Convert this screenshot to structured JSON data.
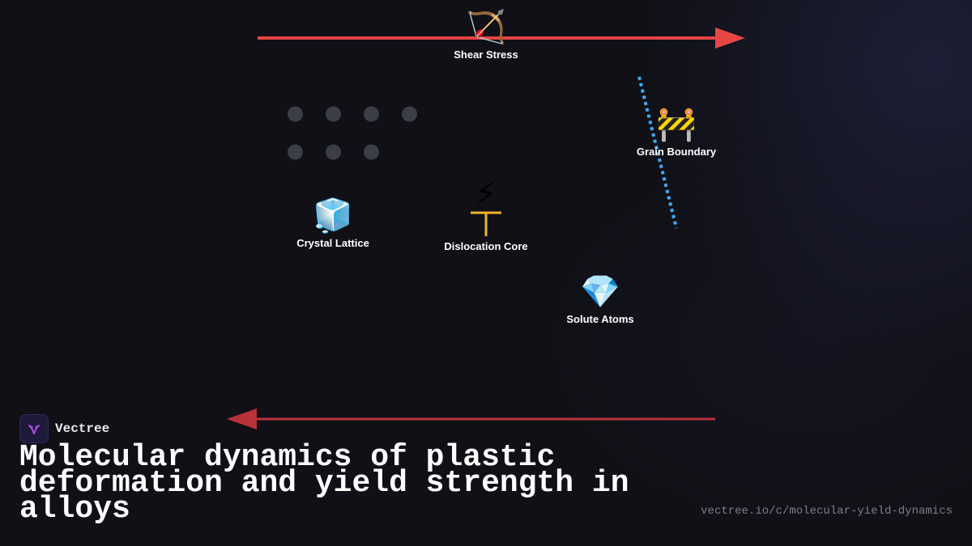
{
  "diagram": {
    "arrows": {
      "top_color": "#e84545",
      "bottom_color": "#b8323a"
    },
    "boundary_color": "#3fa9f5",
    "lattice_dot_color": "#3b3e47",
    "dislocation_color": "#f0b429",
    "nodes": {
      "shear_stress": {
        "emoji": "🏹",
        "icon": "bow-and-arrow-icon",
        "label": "Shear Stress"
      },
      "grain_boundary": {
        "emoji": "🚧",
        "icon": "barrier-icon",
        "label": "Grain Boundary"
      },
      "crystal_lattice": {
        "emoji": "🧊",
        "icon": "ice-cube-icon",
        "label": "Crystal Lattice"
      },
      "dislocation_core": {
        "emoji": "⚡",
        "icon": "lightning-icon",
        "label": "Dislocation Core"
      },
      "solute_atoms": {
        "emoji": "💎",
        "icon": "gem-icon",
        "label": "Solute Atoms"
      }
    }
  },
  "brand": {
    "name": "Vectree",
    "logo_color": "#b04fe0"
  },
  "title": "Molecular dynamics of plastic deformation and yield strength in alloys",
  "url": "vectree.io/c/molecular-yield-dynamics"
}
